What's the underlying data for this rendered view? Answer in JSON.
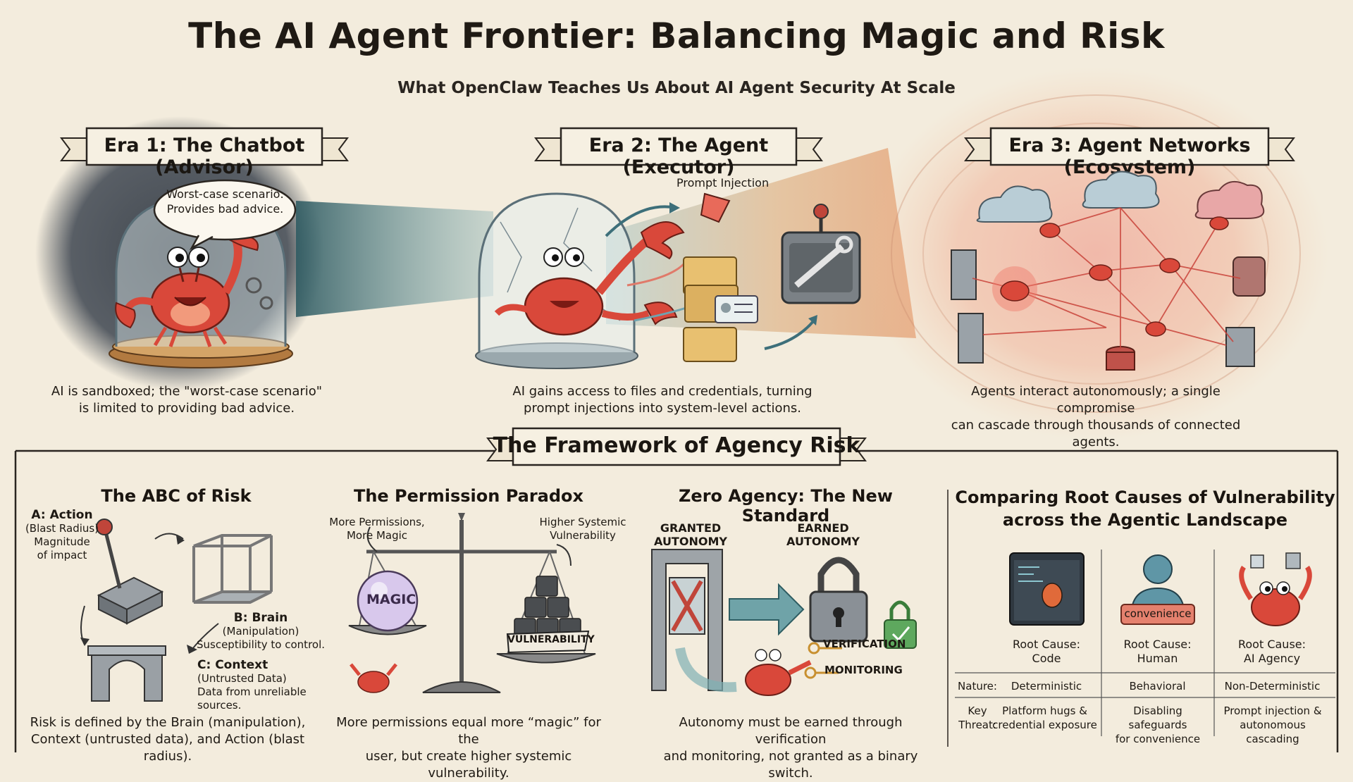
{
  "header": {
    "title": "The AI Agent Frontier: Balancing Magic and Risk",
    "subtitle": "What OpenClaw Teaches Us About AI Agent Security At Scale"
  },
  "eras": [
    {
      "banner": "Era 1: The Chatbot (Advisor)",
      "bubble": [
        "Worst-case scenario:",
        "Provides bad advice."
      ],
      "caption": [
        "AI is sandboxed; the \"worst-case scenario\"",
        "is limited to providing bad advice."
      ]
    },
    {
      "banner": "Era 2: The Agent (Executor)",
      "label": "Prompt Injection",
      "caption": [
        "AI gains access to files and credentials, turning",
        "prompt injections into system-level actions."
      ]
    },
    {
      "banner": "Era 3: Agent Networks (Ecosystem)",
      "caption": [
        "Agents interact autonomously; a single compromise",
        "can cascade through thousands of connected agents."
      ]
    }
  ],
  "framework": {
    "banner": "The Framework of Agency Risk",
    "abc": {
      "title": "The ABC of Risk",
      "action": [
        "A: Action",
        "(Blast Radius)",
        "Magnitude",
        "of impact"
      ],
      "brain": [
        "B: Brain",
        "(Manipulation)",
        "Susceptibility to control."
      ],
      "context": [
        "C: Context",
        "(Untrusted Data)",
        "Data from unreliable sources."
      ],
      "caption": [
        "Risk is defined by the Brain (manipulation),",
        "Context (untrusted data), and Action (blast radius)."
      ]
    },
    "paradox": {
      "title": "The Permission Paradox",
      "left": [
        "More Permissions,",
        "More Magic"
      ],
      "right": [
        "Higher Systemic",
        "Vulnerability"
      ],
      "magic": "MAGIC",
      "vulnerability": "VULNERABILITY",
      "caption": [
        "More permissions equal more “magic” for the",
        "user, but create higher systemic vulnerability."
      ]
    },
    "zero": {
      "title": "Zero Agency: The New Standard",
      "granted": [
        "GRANTED",
        "AUTONOMY"
      ],
      "earned": [
        "EARNED",
        "AUTONOMY"
      ],
      "verification": "VERIFICATION",
      "monitoring": "MONITORING",
      "caption": [
        "Autonomy must be earned through verification",
        "and monitoring, not granted as a binary switch."
      ]
    },
    "compare": {
      "title": [
        "Comparing Root Causes of Vulnerability",
        "across the Agentic Landscape"
      ],
      "badge": "convenience",
      "row_nature": "Nature:",
      "row_threat": [
        "Key",
        "Threat:"
      ],
      "columns": [
        {
          "cause": [
            "Root Cause:",
            "Code"
          ],
          "nature": "Deterministic",
          "threat": [
            "Platform hugs &",
            "credential exposure"
          ]
        },
        {
          "cause": [
            "Root Cause:",
            "Human"
          ],
          "nature": "Behavioral",
          "threat": [
            "Disabling safeguards",
            "for convenience"
          ]
        },
        {
          "cause": [
            "Root Cause:",
            "AI Agency"
          ],
          "nature": "Non-Deterministic",
          "threat": [
            "Prompt injection &",
            "autonomous cascading"
          ]
        }
      ]
    }
  },
  "colors": {
    "crab": "#d9483a",
    "paper": "#f3ecdd",
    "ink": "#1f1a14",
    "teal": "#5e9aa0",
    "orange": "#e19a5e"
  }
}
